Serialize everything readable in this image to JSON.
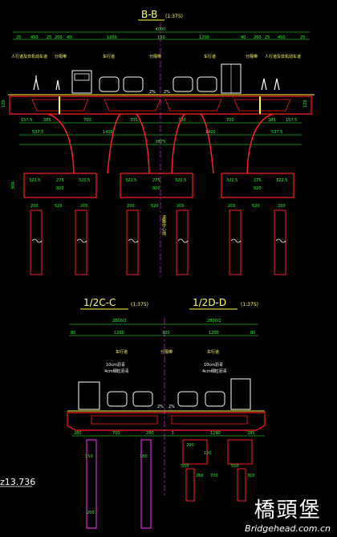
{
  "sections": {
    "bb": {
      "title": "B-B",
      "scale": "(1:375)"
    },
    "cc": {
      "title": "1/2C-C",
      "scale": "(1:375)"
    },
    "dd": {
      "title": "1/2D-D",
      "scale": "(1:375)"
    }
  },
  "top": {
    "overall": "4000",
    "dims": [
      "25",
      "450",
      "25",
      "200",
      "40",
      "1200",
      "100",
      "1200",
      "40",
      "200",
      "25",
      "450",
      "25"
    ],
    "lanes": [
      "人行道及非机动车道",
      "分隔带",
      "车行道",
      "分隔带",
      "车行道",
      "分隔带",
      "人行道及非机动车道"
    ],
    "slope_left": "2%",
    "slope_right": "2%",
    "deck_h_left": "120",
    "deck_h_right": "120",
    "span_row": [
      "157.5",
      "385",
      "700",
      "700",
      "700",
      "700",
      "385",
      "157.5"
    ],
    "pier_row": [
      "537.5",
      "1400",
      "1400",
      "537.5"
    ],
    "total": "3875",
    "cap_row_a": [
      "322.5",
      "275",
      "322.5"
    ],
    "cap_w": "920",
    "cap_h": "300",
    "pile_row": [
      "200",
      "520",
      "200"
    ],
    "road_center": "道路中心线"
  },
  "bottom": {
    "half_dims": [
      "2800/2",
      "2800/2"
    ],
    "dims": [
      "80",
      "1200",
      "100",
      "1200",
      "80"
    ],
    "lanes": [
      "车行道",
      "分隔带",
      "车行道"
    ],
    "pave_left_a": "10cm沥青",
    "pave_left_b": "4cm细粒沥青",
    "pave_right_a": "10cm沥青",
    "pave_right_b": "4cm细粒沥青",
    "slope_left": "2%",
    "slope_right": "2%",
    "deck_left": [
      "280",
      "700",
      "280"
    ],
    "deck_right": [
      "1",
      "1290",
      "285"
    ],
    "heights": [
      "150",
      "180",
      "200"
    ],
    "right_dims": [
      "200",
      "100",
      "550",
      "550",
      "260",
      "700",
      "300"
    ],
    "elev": "z13.736"
  },
  "watermark": {
    "title": "橋頭堡",
    "url": "Bridgehead.com.cn"
  },
  "colors": {
    "bg": "#000000",
    "dim": "#33ff33",
    "struct": "#ff2020",
    "pier": "#ff33ff",
    "label": "#ffff66"
  }
}
